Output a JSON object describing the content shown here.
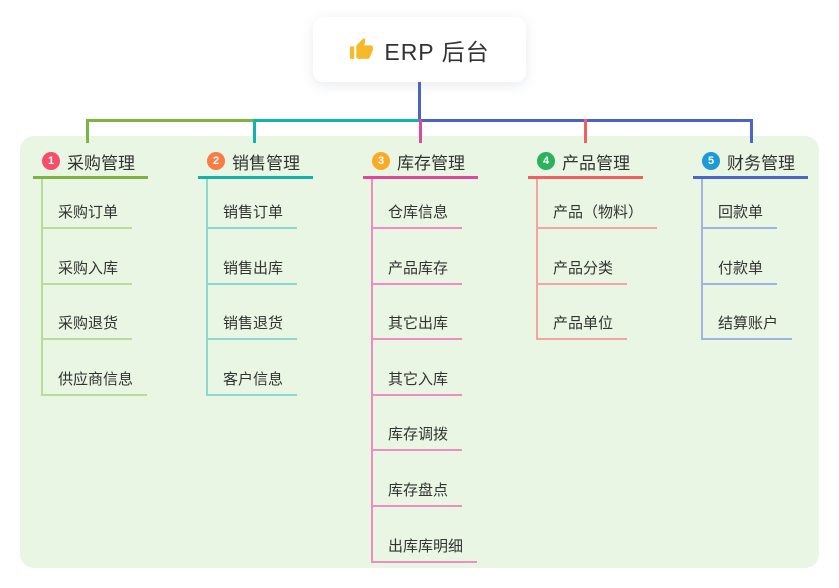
{
  "root": {
    "label": "ERP 后台",
    "icon": "thumbs-up-icon"
  },
  "colors": {
    "trunk": "#4a63c4",
    "panel_bg": "#e9f6e3",
    "text": "#333333"
  },
  "branches": [
    {
      "number": "1",
      "label": "采购管理",
      "badge_color": "#f64d68",
      "accent_color": "#7cb342",
      "child_color": "#b9dc9b",
      "children": [
        "采购订单",
        "采购入库",
        "采购退货",
        "供应商信息"
      ]
    },
    {
      "number": "2",
      "label": "销售管理",
      "badge_color": "#f87c46",
      "accent_color": "#12b3ab",
      "child_color": "#8ed8d3",
      "children": [
        "销售订单",
        "销售出库",
        "销售退货",
        "客户信息"
      ]
    },
    {
      "number": "3",
      "label": "库存管理",
      "badge_color": "#f8ab27",
      "accent_color": "#dd4a9b",
      "child_color": "#f08cc4",
      "children": [
        "仓库信息",
        "产品库存",
        "其它出库",
        "其它入库",
        "库存调拨",
        "库存盘点",
        "出库库明细"
      ]
    },
    {
      "number": "4",
      "label": "产品管理",
      "badge_color": "#2cb15c",
      "accent_color": "#f25f5f",
      "child_color": "#f7a3a3",
      "children": [
        "产品（物料）",
        "产品分类",
        "产品单位"
      ]
    },
    {
      "number": "5",
      "label": "财务管理",
      "badge_color": "#1e9ad6",
      "accent_color": "#4a67c8",
      "child_color": "#9fb3e4",
      "children": [
        "回款单",
        "付款单",
        "结算账户"
      ]
    }
  ]
}
